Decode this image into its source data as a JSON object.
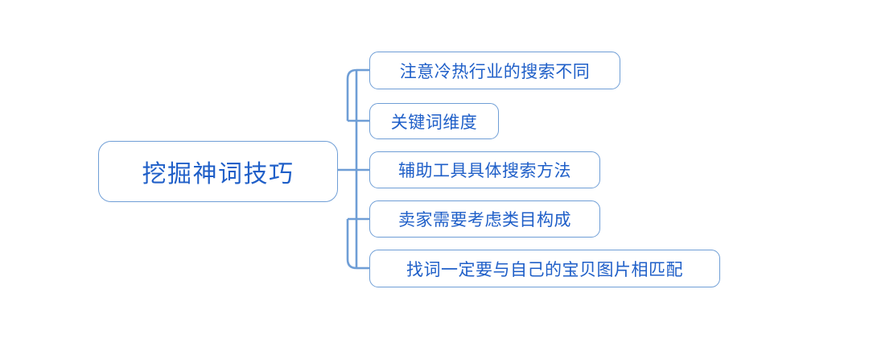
{
  "diagram": {
    "type": "mind-map",
    "orientation": "left-to-right",
    "colors": {
      "node_border": "#6f9ed6",
      "node_text": "#1f5fc8",
      "connector": "#6f9ed6",
      "background": "#ffffff"
    },
    "root": {
      "label": "挖掘神词技巧"
    },
    "children": [
      {
        "label": "注意冷热行业的搜索不同"
      },
      {
        "label": "关键词维度"
      },
      {
        "label": "辅助工具具体搜索方法"
      },
      {
        "label": "卖家需要考虑类目构成"
      },
      {
        "label": "找词一定要与自己的宝贝图片相匹配"
      }
    ]
  }
}
